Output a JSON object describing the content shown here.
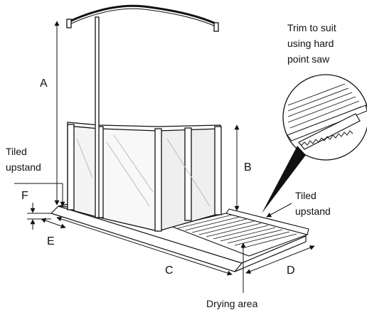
{
  "labels": {
    "A": "A",
    "B": "B",
    "C": "C",
    "D": "D",
    "E": "E",
    "F": "F",
    "trim_line1": "Trim to suit",
    "trim_line2": "using hard",
    "trim_line3": "point saw",
    "tiled_upstand_left_1": "Tiled",
    "tiled_upstand_left_2": "upstand",
    "tiled_upstand_right_1": "Tiled",
    "tiled_upstand_right_2": "upstand",
    "drying_area": "Drying area"
  }
}
